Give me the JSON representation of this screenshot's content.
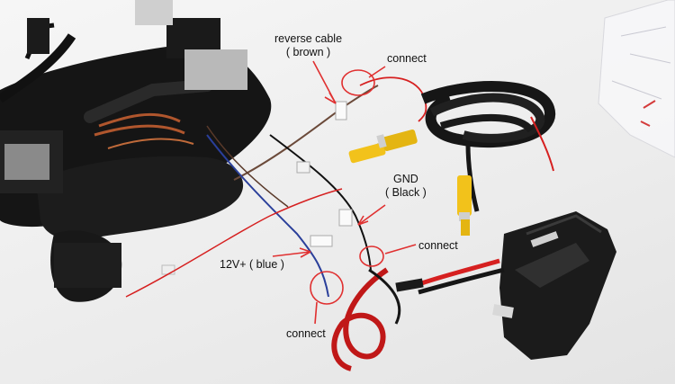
{
  "annotations": {
    "reverse_cable": {
      "line1": "reverse cable",
      "line2": "( brown )"
    },
    "connect_top": "connect",
    "gnd": {
      "line1": "GND",
      "line2": "( Black )"
    },
    "connect_right": "connect",
    "v12": "12V+ ( blue )",
    "connect_bottom": "connect"
  },
  "colors": {
    "annotation_red": "#e03030",
    "rca_yellow": "#f2c21b",
    "power_red": "#d62020",
    "cable_black": "#161616",
    "blue_wire": "#2a3f9a",
    "brown_wire": "#6b4a3a"
  }
}
